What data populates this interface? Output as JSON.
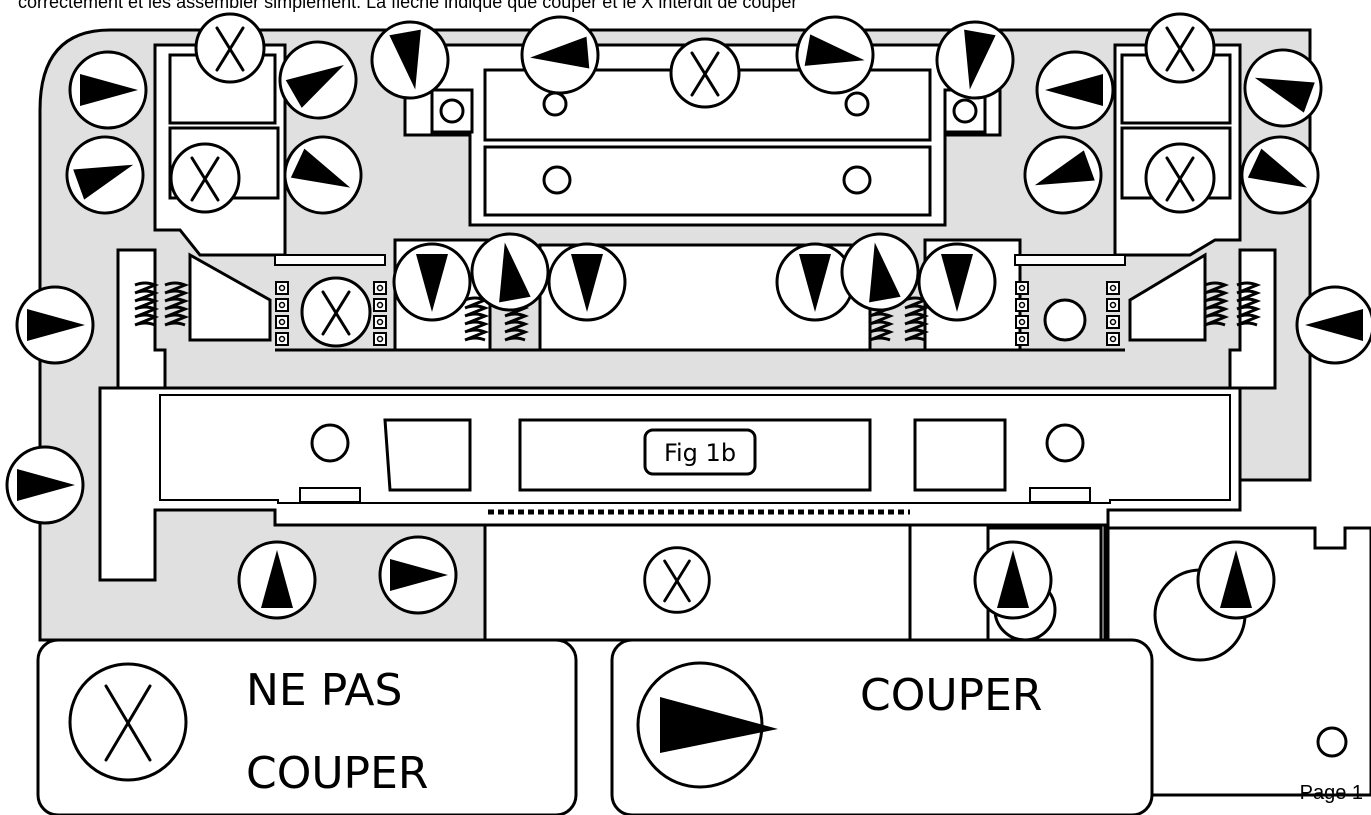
{
  "header": {
    "text": "correctement et les assembler simplement. La flèche indique que couper et le X interdit de couper"
  },
  "figure": {
    "label": "Fig 1b"
  },
  "legend": {
    "no_cut_line1": "NE PAS",
    "no_cut_line2": "COUPER",
    "cut": "COUPER"
  },
  "footer": {
    "page_label": "Page 1"
  },
  "colors": {
    "board_fill": "#e0e0e0",
    "stroke": "#000000",
    "background": "#ffffff"
  },
  "icons": {
    "cut_marker": "cut-arrow-icon",
    "no_cut_marker": "no-cut-x-icon"
  }
}
